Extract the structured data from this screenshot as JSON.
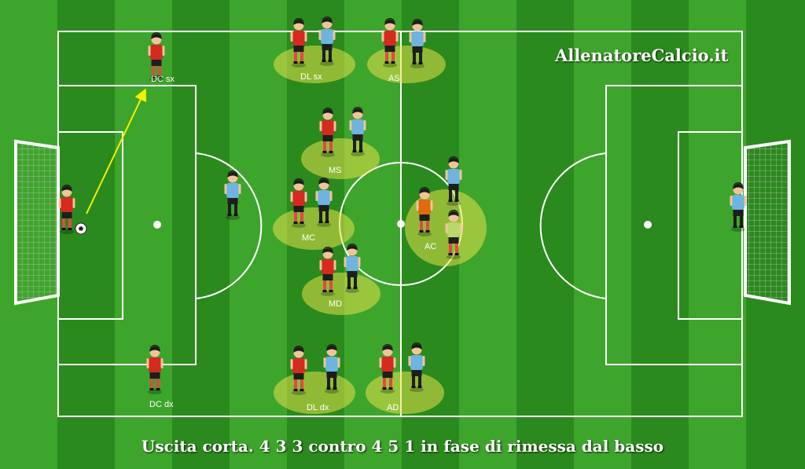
{
  "brand": "AllenatoreCalcio.it",
  "caption": "Uscita corta. 4 3 3 contro 4 5 1 in fase di rimessa dal basso",
  "colors": {
    "grass_light": "#3ea52c",
    "grass_dark": "#2b8a1d",
    "lines": "#ffffff",
    "team_red": "#d42a20",
    "team_blue": "#6fb3e0",
    "goalkeeper_red": "#e06a10",
    "zone_highlight": "#e4e24a",
    "pass_arrow": "#f4f000"
  },
  "zones": [
    {
      "label": "DL sx"
    },
    {
      "label": "AS"
    },
    {
      "label": "MS"
    },
    {
      "label": "MC"
    },
    {
      "label": "AC"
    },
    {
      "label": "MD"
    },
    {
      "label": "DL dx"
    },
    {
      "label": "AD"
    }
  ],
  "position_labels": [
    {
      "label": "DC sx"
    },
    {
      "label": "DC dx"
    }
  ],
  "players": {
    "red_team": [
      "GK",
      "DC sx",
      "DC dx",
      "DL sx",
      "DL dx",
      "MS",
      "MC",
      "MD",
      "AS",
      "AD",
      "AC"
    ],
    "blue_team": [
      "GK",
      "DC",
      "DL sx",
      "DL dx",
      "MS",
      "MC",
      "MD",
      "ML sx",
      "ML dx",
      "AC"
    ]
  },
  "ball": {
    "icon": "soccer-ball-icon"
  },
  "pass_arrow": {
    "from": "GK",
    "to": "DC sx"
  }
}
